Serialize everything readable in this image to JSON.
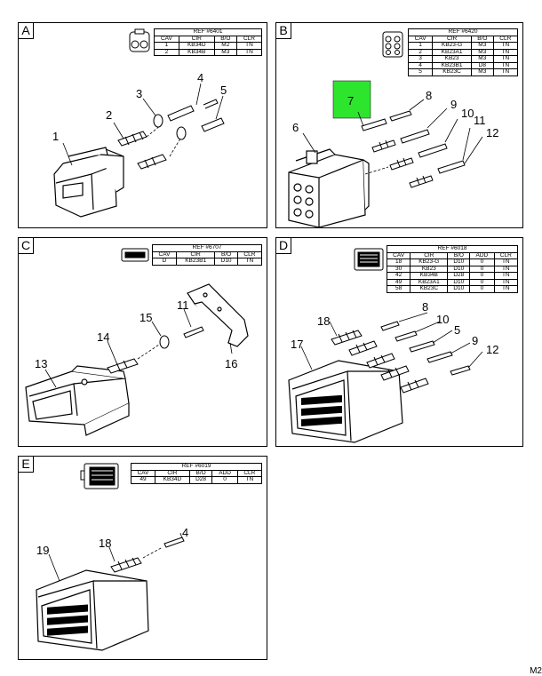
{
  "panels": [
    {
      "letter": "A",
      "ref_title": "REF #6401",
      "headers": [
        "CAV",
        "CIR",
        "B/O",
        "CLR"
      ],
      "rows": [
        [
          "1",
          "KB34D",
          "M2",
          "TN"
        ],
        [
          "2",
          "KB34B",
          "M3",
          "TN"
        ]
      ],
      "callouts": [
        "1",
        "2",
        "3",
        "4",
        "5"
      ]
    },
    {
      "letter": "B",
      "ref_title": "REF #6420",
      "headers": [
        "CAV",
        "CIR",
        "B/O",
        "CLR"
      ],
      "rows": [
        [
          "1",
          "KB23-G",
          "M3",
          "TN"
        ],
        [
          "2",
          "KB23A1",
          "M3",
          "TN"
        ],
        [
          "3",
          "KB23",
          "M3",
          "TN"
        ],
        [
          "4",
          "KB23B1",
          "D8",
          "TN"
        ],
        [
          "5",
          "KB23C",
          "M3",
          "TN"
        ]
      ],
      "callouts": [
        "6",
        "7",
        "8",
        "9",
        "10",
        "11",
        "12"
      ]
    },
    {
      "letter": "C",
      "ref_title": "REF #6707",
      "headers": [
        "CAV",
        "CIR",
        "B/O",
        "CLR"
      ],
      "rows": [
        [
          "D",
          "KB23B1",
          "D10",
          "TN"
        ]
      ],
      "callouts": [
        "11",
        "13",
        "14",
        "15",
        "16"
      ]
    },
    {
      "letter": "D",
      "ref_title": "REF #6018",
      "headers": [
        "CAV",
        "CIR",
        "B/O",
        "ADD",
        "CLR"
      ],
      "rows": [
        [
          "18",
          "KB23-G",
          "D10",
          "0",
          "TN"
        ],
        [
          "30",
          "KB23",
          "D10",
          "0",
          "TN"
        ],
        [
          "42",
          "KB34B",
          "D28",
          "0",
          "TN"
        ],
        [
          "49",
          "KB23A1",
          "D10",
          "0",
          "TN"
        ],
        [
          "58",
          "KB23C",
          "D10",
          "0",
          "TN"
        ]
      ],
      "callouts": [
        "5",
        "8",
        "9",
        "10",
        "12",
        "17",
        "18"
      ]
    },
    {
      "letter": "E",
      "ref_title": "REF #6019",
      "headers": [
        "CAV",
        "CIR",
        "B/O",
        "ADD",
        "CLR"
      ],
      "rows": [
        [
          "49",
          "KB34D",
          "D28",
          "0",
          "TN"
        ]
      ],
      "callouts": [
        "4",
        "18",
        "19"
      ]
    }
  ],
  "highlight_color": "#2ee52e",
  "corner_mark": "M2"
}
